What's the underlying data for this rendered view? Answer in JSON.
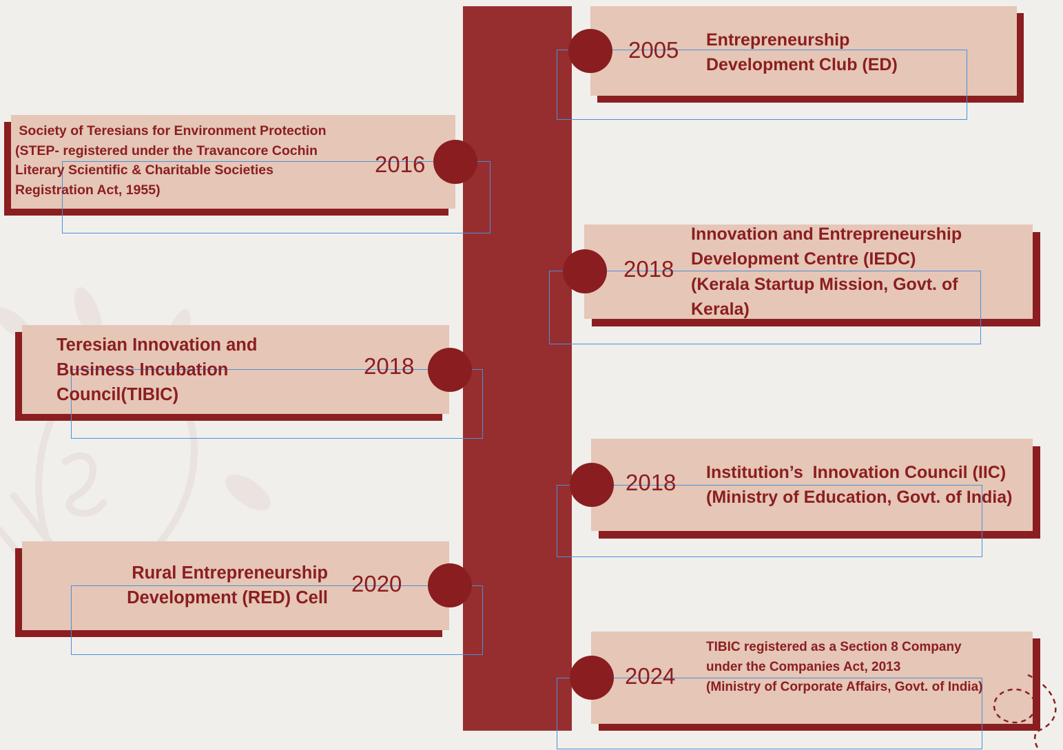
{
  "timeline": [
    {
      "year": "2005",
      "text": "Entrepreneurship\nDevelopment Club (ED)"
    },
    {
      "year": "2016",
      "text": " Society of Teresians for Environment Protection\n(STEP- registered under the Travancore Cochin\nLiterary Scientific & Charitable Societies\nRegistration Act, 1955)"
    },
    {
      "year": "2018",
      "text": "Innovation and Entrepreneurship\nDevelopment Centre (IEDC)\n(Kerala Startup Mission, Govt. of\nKerala)"
    },
    {
      "year": "2018",
      "text": "Teresian Innovation and\nBusiness Incubation\nCouncil(TIBIC)"
    },
    {
      "year": "2018",
      "text": "Institution’s  Innovation Council (IIC)\n(Ministry of Education, Govt. of India)"
    },
    {
      "year": "2020",
      "text": "Rural Entrepreneurship\nDevelopment (RED) Cell"
    },
    {
      "year": "2024",
      "text": "TIBIC registered as a Section 8 Company\nunder the Companies Act, 2013\n(Ministry of Corporate Affairs, Govt. of India)"
    }
  ],
  "colors": {
    "background": "#f1efec",
    "spine": "#962e2f",
    "card": "#e5c6b7",
    "card_shadow": "#8b1e20",
    "accent_text": "#8b1e20",
    "dot": "#891d1f",
    "selection_outline": "#4a90d9"
  },
  "icons": [
    "lightbulb-watermark-icon",
    "dashed-circle-doodle-icon"
  ]
}
